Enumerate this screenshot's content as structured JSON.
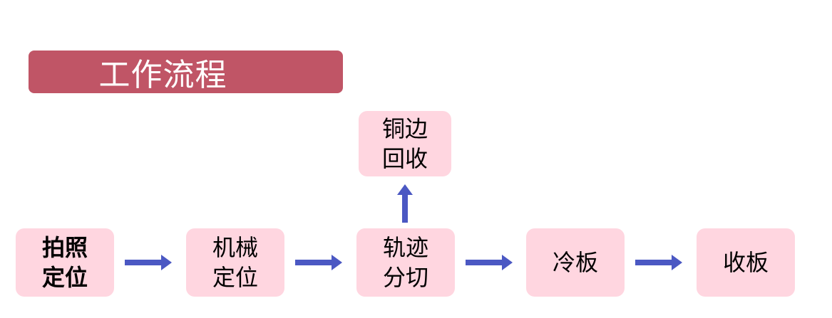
{
  "title": "工作流程",
  "colors": {
    "title_bg": "#c05566",
    "node_bg": "#ffd6e0",
    "arrow": "#4b58c3"
  },
  "nodes": {
    "paizhao": "拍照\n定位",
    "jixie": "机械\n定位",
    "guiji": "轨迹\n分切",
    "lengban": "冷板",
    "shouban": "收板",
    "tongbian": "铜边\n回收"
  }
}
